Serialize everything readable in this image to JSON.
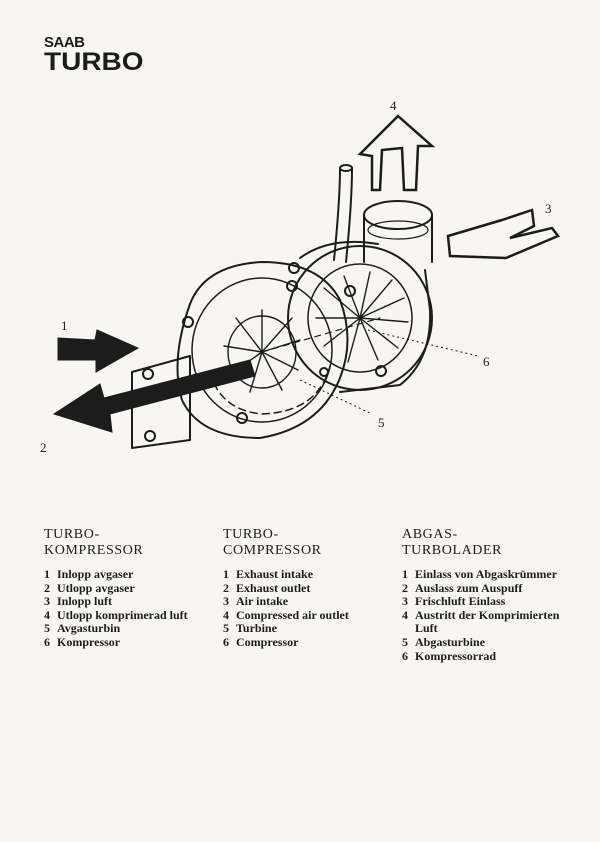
{
  "brand": {
    "line1": "SAAB",
    "line2": "TURBO"
  },
  "diagram": {
    "callouts": [
      "1",
      "2",
      "3",
      "4",
      "5",
      "6"
    ]
  },
  "legends": [
    {
      "heading": [
        "TURBO-",
        "KOMPRESSOR"
      ],
      "items": [
        {
          "num": "1",
          "text": "Inlopp avgaser"
        },
        {
          "num": "2",
          "text": "Utlopp avgaser"
        },
        {
          "num": "3",
          "text": "Inlopp luft"
        },
        {
          "num": "4",
          "text": "Utlopp komprimerad luft"
        },
        {
          "num": "5",
          "text": "Avgasturbin"
        },
        {
          "num": "6",
          "text": "Kompressor"
        }
      ]
    },
    {
      "heading": [
        "TURBO-",
        "COMPRESSOR"
      ],
      "items": [
        {
          "num": "1",
          "text": "Exhaust intake"
        },
        {
          "num": "2",
          "text": "Exhaust outlet"
        },
        {
          "num": "3",
          "text": "Air intake"
        },
        {
          "num": "4",
          "text": "Compressed air outlet"
        },
        {
          "num": "5",
          "text": "Turbine"
        },
        {
          "num": "6",
          "text": "Compressor"
        }
      ]
    },
    {
      "heading": [
        "ABGAS-",
        "TURBOLADER"
      ],
      "items": [
        {
          "num": "1",
          "text": "Einlass von Abgaskrümmer"
        },
        {
          "num": "2",
          "text": "Auslass zum Auspuff"
        },
        {
          "num": "3",
          "text": "Frischluft Einlass"
        },
        {
          "num": "4",
          "text": "Austritt der Komprimierten Luft"
        },
        {
          "num": "5",
          "text": "Abgasturbine"
        },
        {
          "num": "6",
          "text": "Kompressorrad"
        }
      ]
    }
  ]
}
